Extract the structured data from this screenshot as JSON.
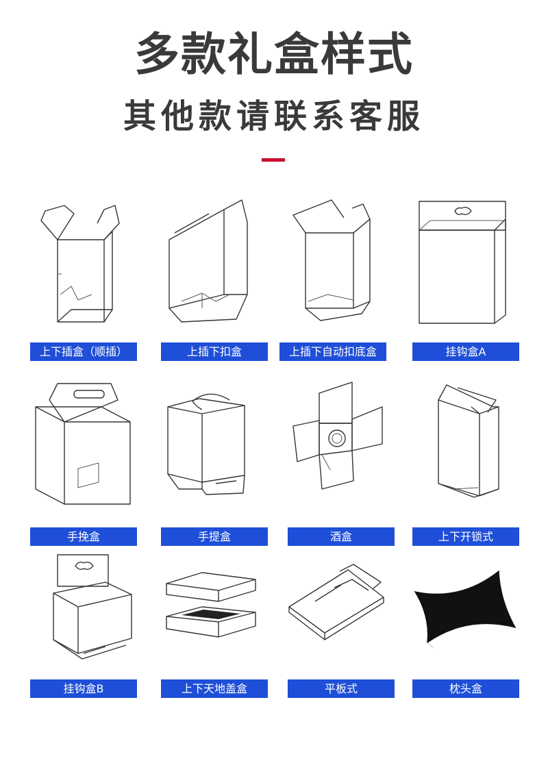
{
  "header": {
    "title": "多款礼盒样式",
    "subtitle": "其他款请联系客服"
  },
  "colors": {
    "accent_line": "#c8102e",
    "label_bg": "#1f4fd8",
    "label_text": "#ffffff"
  },
  "box_styles": [
    {
      "label": "上下插盒（顺插）",
      "icon": "tuck-end-box-icon"
    },
    {
      "label": "上插下扣盒",
      "icon": "snap-lock-bottom-box-icon"
    },
    {
      "label": "上插下自动扣底盒",
      "icon": "auto-lock-bottom-box-icon"
    },
    {
      "label": "挂钩盒A",
      "icon": "hanger-box-a-icon"
    },
    {
      "label": "手挽盒",
      "icon": "handle-box-icon"
    },
    {
      "label": "手提盒",
      "icon": "carry-box-icon"
    },
    {
      "label": "酒盒",
      "icon": "wine-box-icon"
    },
    {
      "label": "上下开锁式",
      "icon": "lock-tab-box-icon"
    },
    {
      "label": "挂钩盒B",
      "icon": "hanger-box-b-icon"
    },
    {
      "label": "上下天地盖盒",
      "icon": "lid-base-box-icon"
    },
    {
      "label": "平板式",
      "icon": "flat-box-icon"
    },
    {
      "label": "枕头盒",
      "icon": "pillow-box-icon"
    }
  ]
}
